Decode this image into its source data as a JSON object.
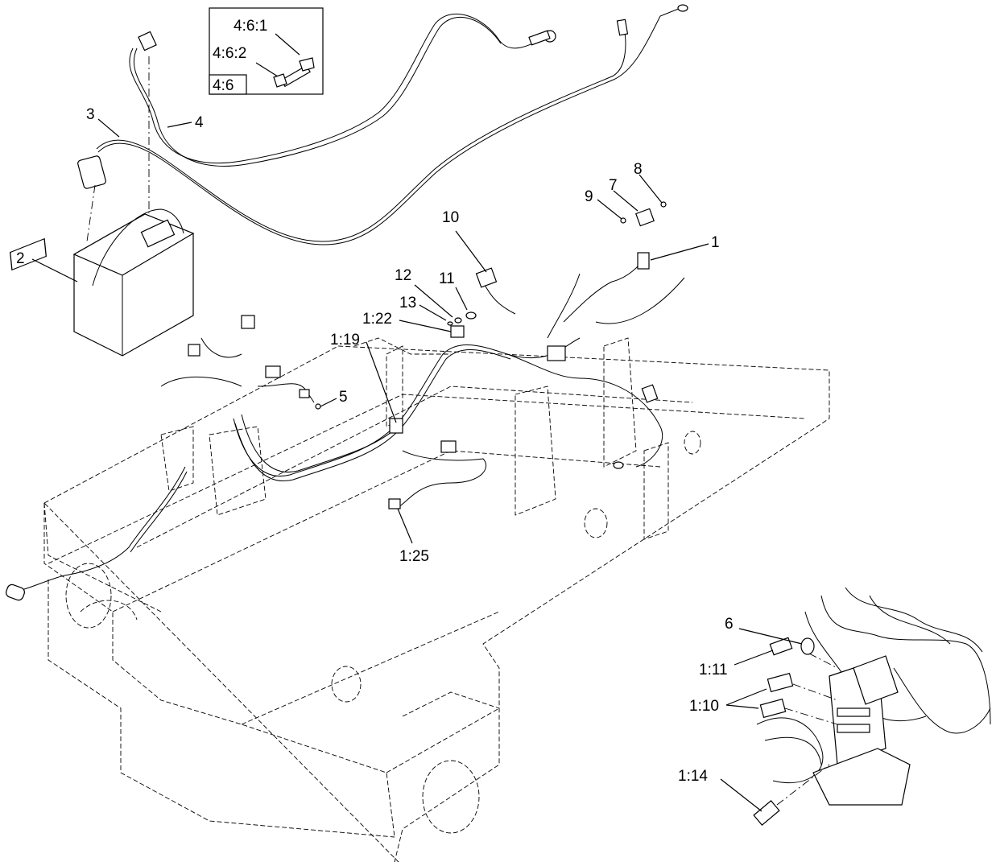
{
  "inset": {
    "callouts": [
      "4:6:1",
      "4:6:2"
    ],
    "box_label": "4:6"
  },
  "callouts": {
    "c1": "1",
    "c2": "2",
    "c3": "3",
    "c4": "4",
    "c5": "5",
    "c6": "6",
    "c7": "7",
    "c8": "8",
    "c9": "9",
    "c10": "10",
    "c11": "11",
    "c12": "12",
    "c13": "13",
    "c1_22": "1:22",
    "c1_19": "1:19",
    "c1_25": "1:25",
    "c1_11": "1:11",
    "c1_10": "1:10",
    "c1_14": "1:14"
  }
}
